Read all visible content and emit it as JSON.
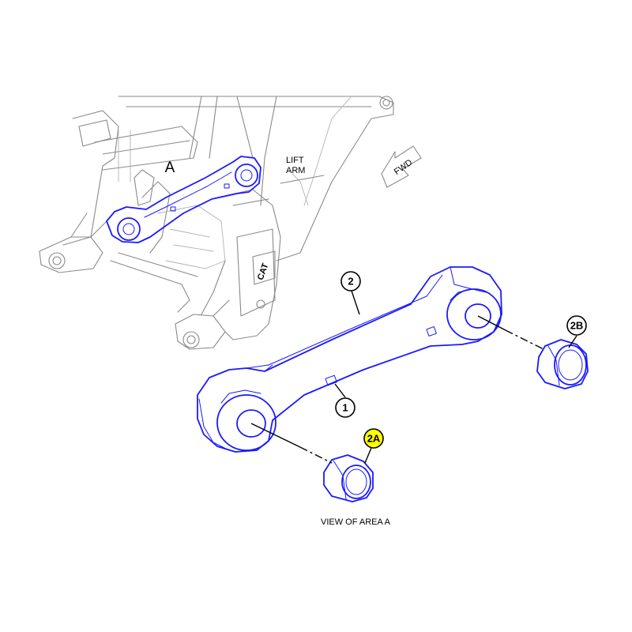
{
  "labels": {
    "area_marker": "A",
    "lift_arm_line1": "LIFT",
    "lift_arm_line2": "ARM",
    "fwd": "FWD",
    "view_caption": "VIEW OF AREA A"
  },
  "callouts": [
    {
      "id": "2",
      "highlighted": false
    },
    {
      "id": "2B",
      "highlighted": false
    },
    {
      "id": "1",
      "highlighted": false
    },
    {
      "id": "2A",
      "highlighted": true
    }
  ],
  "colors": {
    "highlight_part": "#1a1aff",
    "background_part": "#8a8a8a",
    "callout_highlight": "#ffff00"
  }
}
